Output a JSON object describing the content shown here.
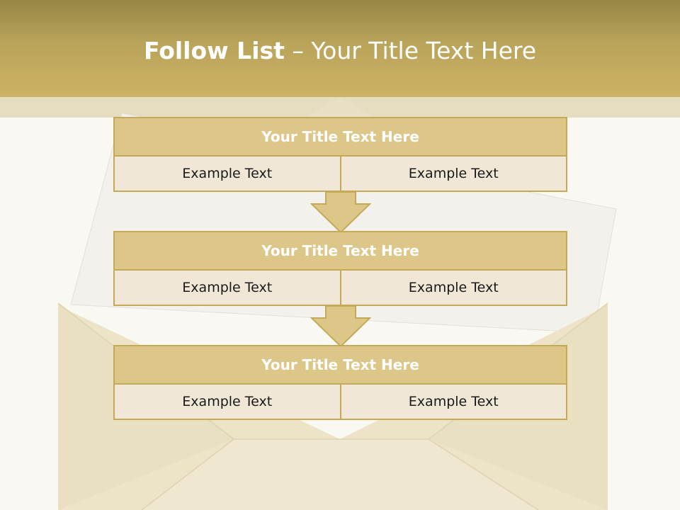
{
  "header": {
    "title_bold": "Follow List",
    "title_rest": " – Your Title Text Here"
  },
  "blocks": [
    {
      "title": "Your Title Text Here",
      "left": "Example Text",
      "right": "Example Text"
    },
    {
      "title": "Your Title Text Here",
      "left": "Example Text",
      "right": "Example Text"
    },
    {
      "title": "Your Title Text Here",
      "left": "Example Text",
      "right": "Example Text"
    }
  ],
  "colors": {
    "header": "#cdb265",
    "block_title_fill": "#dcc789",
    "block_border": "#c4aa58",
    "cell_fill": "#f0e7d6",
    "arrow_fill": "#dcc789"
  }
}
